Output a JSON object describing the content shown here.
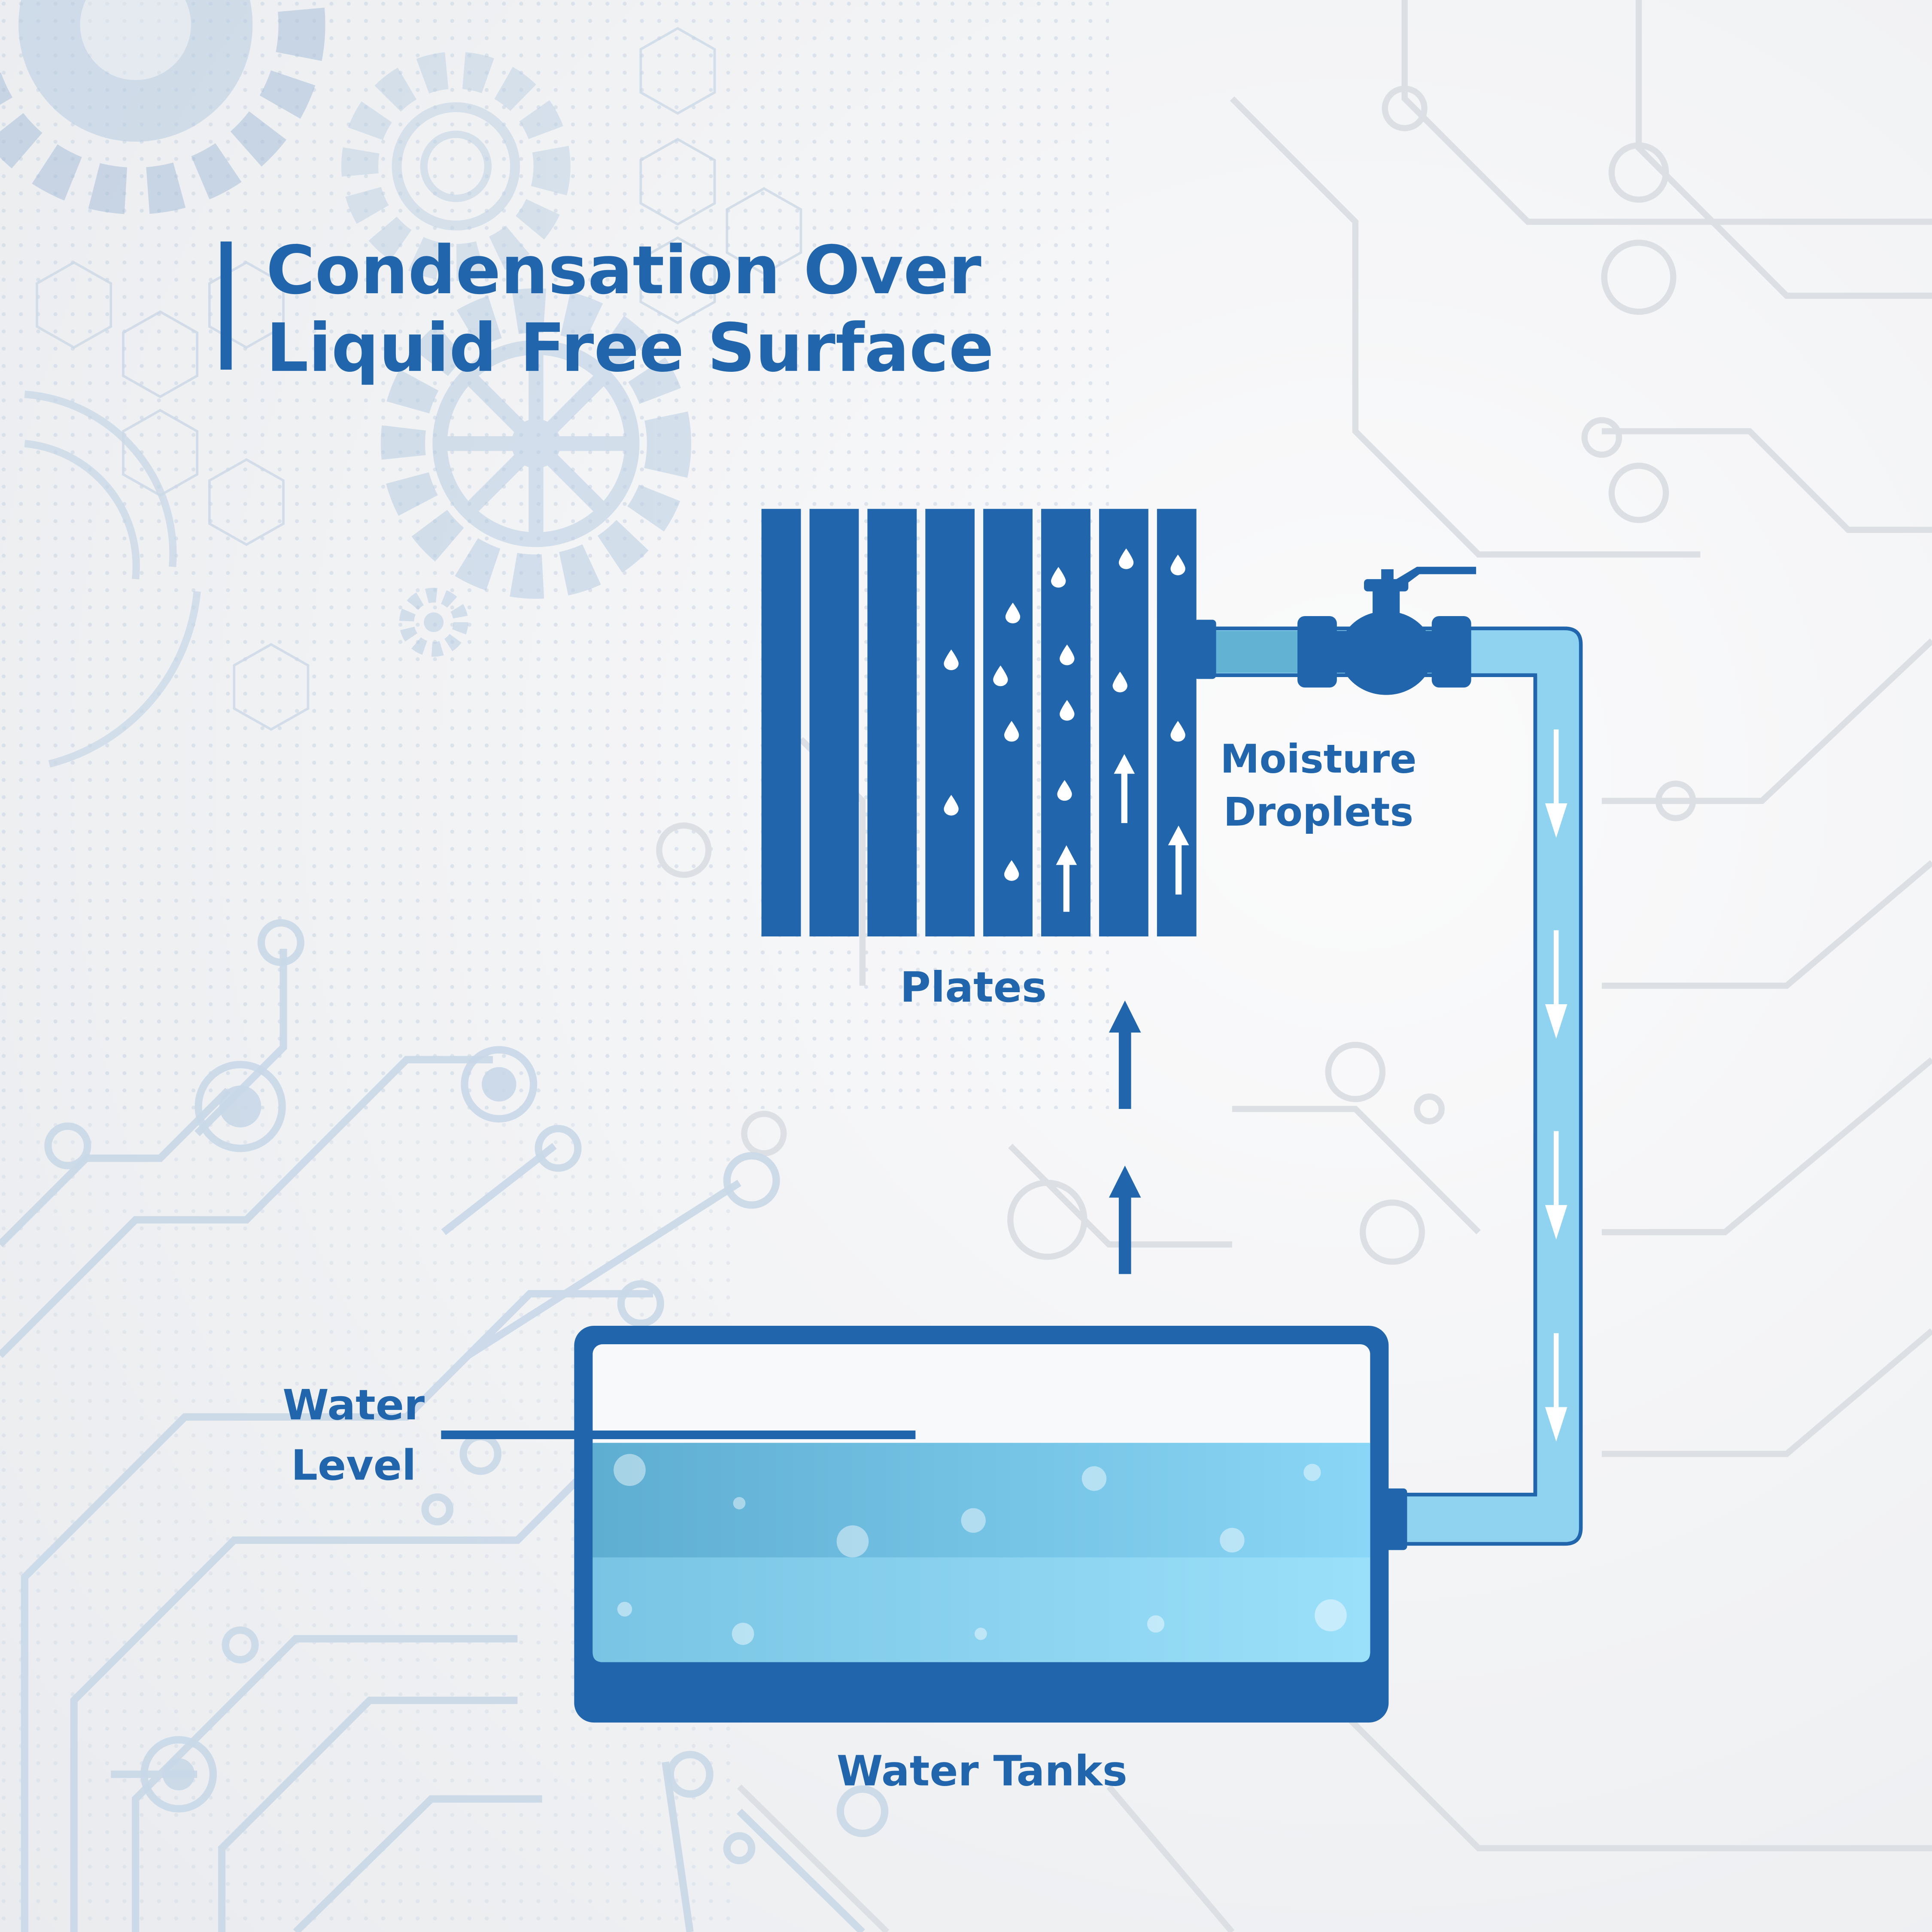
{
  "title": {
    "line1": "Condensation Over",
    "line2": "Liquid Free Surface"
  },
  "labels": {
    "plates": "Plates",
    "moisture_line1": "Moisture",
    "moisture_line2": "Droplets",
    "water_level_line1": "Water",
    "water_level_line2": "Level",
    "water_tanks": "Water Tanks"
  },
  "colors": {
    "primary_blue": "#2166ac",
    "pipe_light": "#8fd3f0",
    "pipe_mid": "#62b2d4",
    "water_top": "#63b3d6",
    "water_bottom": "#7fcff0",
    "background_circuit": "#c9d8e8"
  },
  "icons": [
    "gear-icon",
    "valve-icon",
    "droplet-icon",
    "arrow-up-icon",
    "arrow-down-icon"
  ]
}
